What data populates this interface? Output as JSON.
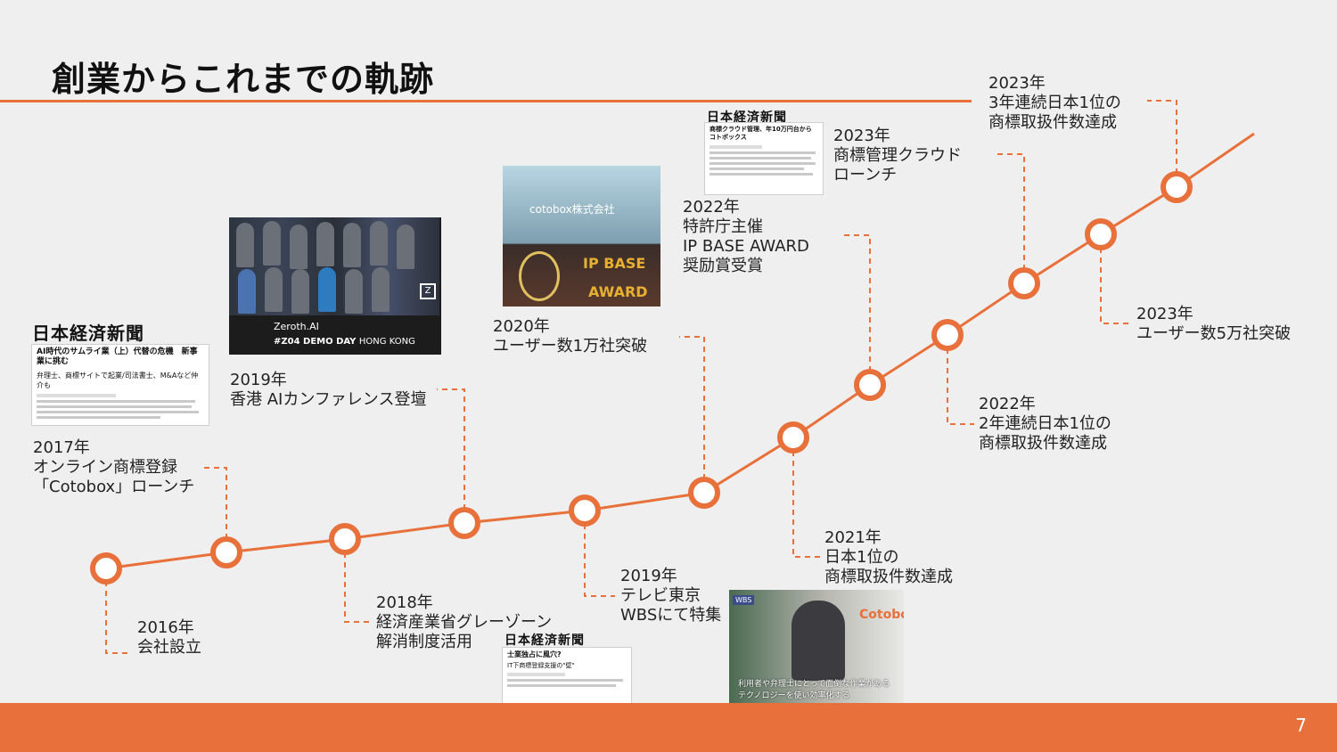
{
  "title": "創業からこれまでの軌跡",
  "page_number": "7",
  "colors": {
    "accent": "#e8703a",
    "background": "#efefef"
  },
  "milestones": [
    {
      "year": "2016年",
      "lines": [
        "会社設立"
      ]
    },
    {
      "year": "2017年",
      "lines": [
        "オンライン商標登録",
        "「Cotobox」ローンチ"
      ]
    },
    {
      "year": "2018年",
      "lines": [
        "経済産業省グレーゾーン",
        "解消制度活用"
      ]
    },
    {
      "year": "2019年",
      "lines": [
        "香港 AIカンファレンス登壇"
      ]
    },
    {
      "year": "2019年",
      "lines": [
        "テレビ東京",
        "WBSにて特集"
      ]
    },
    {
      "year": "2020年",
      "lines": [
        "ユーザー数1万社突破"
      ]
    },
    {
      "year": "2021年",
      "lines": [
        "日本1位の",
        "商標取扱件数達成"
      ]
    },
    {
      "year": "2022年",
      "lines": [
        "特許庁主催",
        "IP BASE AWARD",
        "奨励賞受賞"
      ]
    },
    {
      "year": "2022年",
      "lines": [
        "2年連続日本1位の",
        "商標取扱件数達成"
      ]
    },
    {
      "year": "2023年",
      "lines": [
        "商標管理クラウド",
        "ローンチ"
      ]
    },
    {
      "year": "2023年",
      "lines": [
        "3年連続日本1位の",
        "商標取扱件数達成"
      ]
    },
    {
      "year": "2023年",
      "lines": [
        "ユーザー数5万社突破"
      ]
    }
  ],
  "thumbnails": {
    "nikkei_logo": "日本経済新聞",
    "nikkei_2017": {
      "headline1": "AI時代のサムライ業（上）代替の危機　新事業に挑む",
      "headline2": "弁理士、商標サイトで起業/司法書士、M&Aなど仲介も"
    },
    "nikkei_2018": {
      "headline1": "士業独占に風穴?",
      "headline2": "IT下商標登録支援の\"壁\""
    },
    "nikkei_2023": {
      "headline1": "商標クラウド管理、年10万円台から　コトボックス"
    },
    "zeroth": {
      "brand": "Zeroth.AI",
      "event": "#Z04 DEMO DAY",
      "city": "HONG KONG"
    },
    "award": {
      "banner": "cotobox株式会社",
      "sign1": "IP BASE",
      "sign2": "AWARD"
    },
    "wbs": {
      "channel": "WBS",
      "brand": "Cotobox",
      "caption1": "利用者や弁理士にとって面倒な作業がある",
      "caption2": "テクノロジーを使い効率化する"
    }
  }
}
